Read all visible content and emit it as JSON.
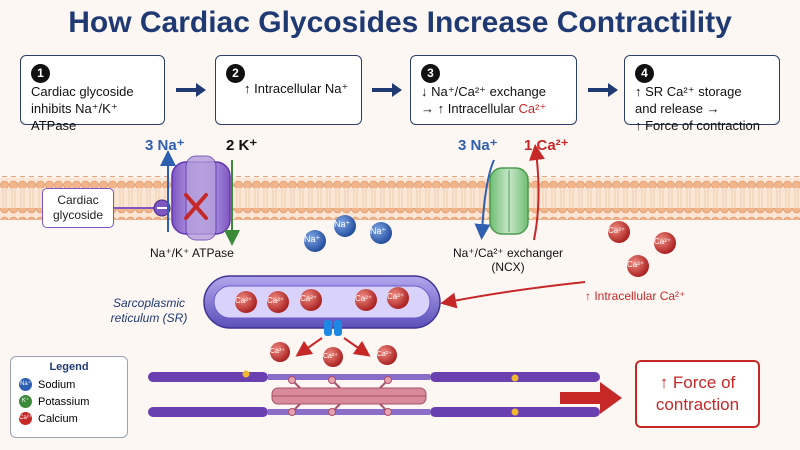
{
  "title": "How Cardiac Glycosides Increase Contractility",
  "steps": [
    {
      "num": "1",
      "line1": "Cardiac glycoside",
      "line2": "inhibits Na⁺/K⁺",
      "line3": "ATPase"
    },
    {
      "num": "2",
      "line1": "↑ Intracellular Na⁺"
    },
    {
      "num": "3",
      "line1": "↓ Na⁺/Ca²⁺ exchange",
      "line2a": "→ ↑ Intracellular ",
      "line2b": "Ca²⁺"
    },
    {
      "num": "4",
      "line1": "↑ SR Ca²⁺ storage",
      "line2": "and release →",
      "line3": "↑ Force of contraction"
    }
  ],
  "labels": {
    "na3_left": "3 Na⁺",
    "k2": "2 K⁺",
    "na3_right": "3 Na⁺",
    "ca1": "1 Ca²⁺",
    "cardiac_glycoside_1": "Cardiac",
    "cardiac_glycoside_2": "glycoside",
    "pump": "Na⁺/K⁺ ATPase",
    "ncx_1": "Na⁺/Ca²⁺ exchanger",
    "ncx_2": "(NCX)",
    "sr_1": "Sarcoplasmic",
    "sr_2": "reticulum (SR)",
    "intra_ca": "↑ Intracellular Ca²⁺",
    "force_1": "↑ Force of",
    "force_2": "contraction",
    "na_ion": "Na⁺",
    "ca_ion": "Ca²⁺",
    "k_ion": "K⁺"
  },
  "legend": {
    "title": "Legend",
    "items": [
      {
        "label": "Sodium",
        "color": "#2f5fb0"
      },
      {
        "label": "Potassium",
        "color": "#3a8a3a"
      },
      {
        "label": "Calcium",
        "color": "#c62828"
      }
    ]
  },
  "colors": {
    "title": "#1f3a73",
    "sodium": "#2f5fb0",
    "potassium": "#3a8a3a",
    "calcium": "#c62828",
    "pump": "#9575cd",
    "exchanger": "#a5d6a7",
    "sr": "#7e6fd1"
  }
}
